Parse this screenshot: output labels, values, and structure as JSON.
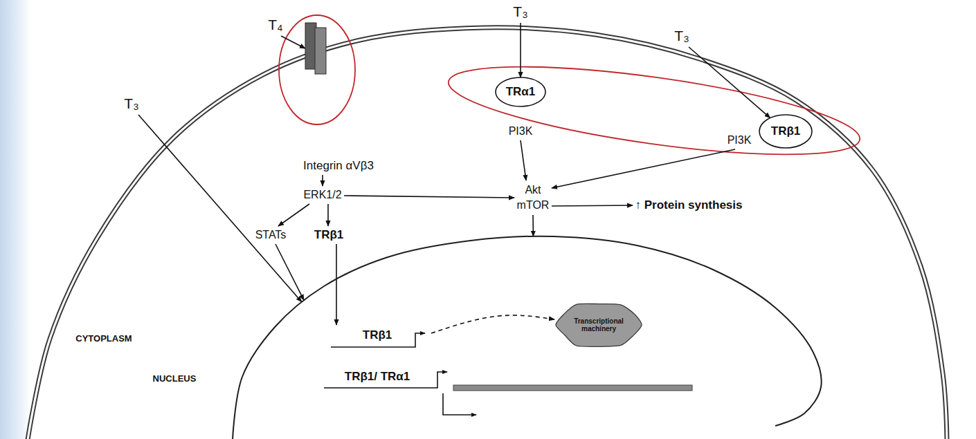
{
  "diagram": {
    "nodes": [
      {
        "text": [
          "T₄"
        ]
      },
      {
        "text": [
          "Integrin αVβ3"
        ]
      },
      {
        "text": [
          "T₃"
        ]
      },
      {
        "text": [
          "TRα1",
          "PI3K"
        ]
      },
      {
        "text": [
          "T₃"
        ]
      },
      {
        "text": [
          "TRβ1",
          "PI3K"
        ]
      },
      {
        "text": [
          "T₃"
        ]
      },
      {
        "text": [
          "ERK1/2"
        ]
      },
      {
        "text": [
          "STATs"
        ]
      },
      {
        "text": [
          "TRβ1"
        ]
      },
      {
        "text": [
          "Akt mTOR"
        ]
      },
      {
        "text": [
          "↑ Protein synthesis"
        ]
      },
      {
        "text": [
          "NUCLEUS"
        ]
      },
      {
        "text": [
          "TRβ1"
        ],
        "in": 12
      },
      {
        "text": [
          "TRβ1/ TRα1"
        ],
        "in": 12
      },
      {
        "text": [
          "Transcriptional machinery"
        ],
        "in": 12
      }
    ],
    "edges": [
      {
        "from": 0,
        "to": 1,
        "arrow": "to"
      },
      {
        "from": 1,
        "to": 7,
        "arrow": "to"
      },
      {
        "from": 2,
        "to": 3,
        "arrow": "to"
      },
      {
        "from": 4,
        "to": 5,
        "arrow": "to"
      },
      {
        "from": 6,
        "to": 12,
        "arrow": "to"
      },
      {
        "from": 7,
        "to": 8,
        "arrow": "to"
      },
      {
        "from": 7,
        "to": 9,
        "arrow": "to"
      },
      {
        "from": 7,
        "to": 10,
        "arrow": "to"
      },
      {
        "from": 3,
        "to": 10,
        "arrow": "to"
      },
      {
        "from": 5,
        "to": 10,
        "arrow": "to"
      },
      {
        "from": 10,
        "to": 11,
        "arrow": "to"
      },
      {
        "from": 10,
        "to": 12,
        "arrow": "to"
      },
      {
        "from": 8,
        "to": 12,
        "arrow": "to"
      },
      {
        "from": 9,
        "to": 13,
        "arrow": "to"
      },
      {
        "from": 13,
        "to": 15,
        "arrow": "to"
      }
    ],
    "labels": [
      "CYTOPLASM"
    ]
  }
}
